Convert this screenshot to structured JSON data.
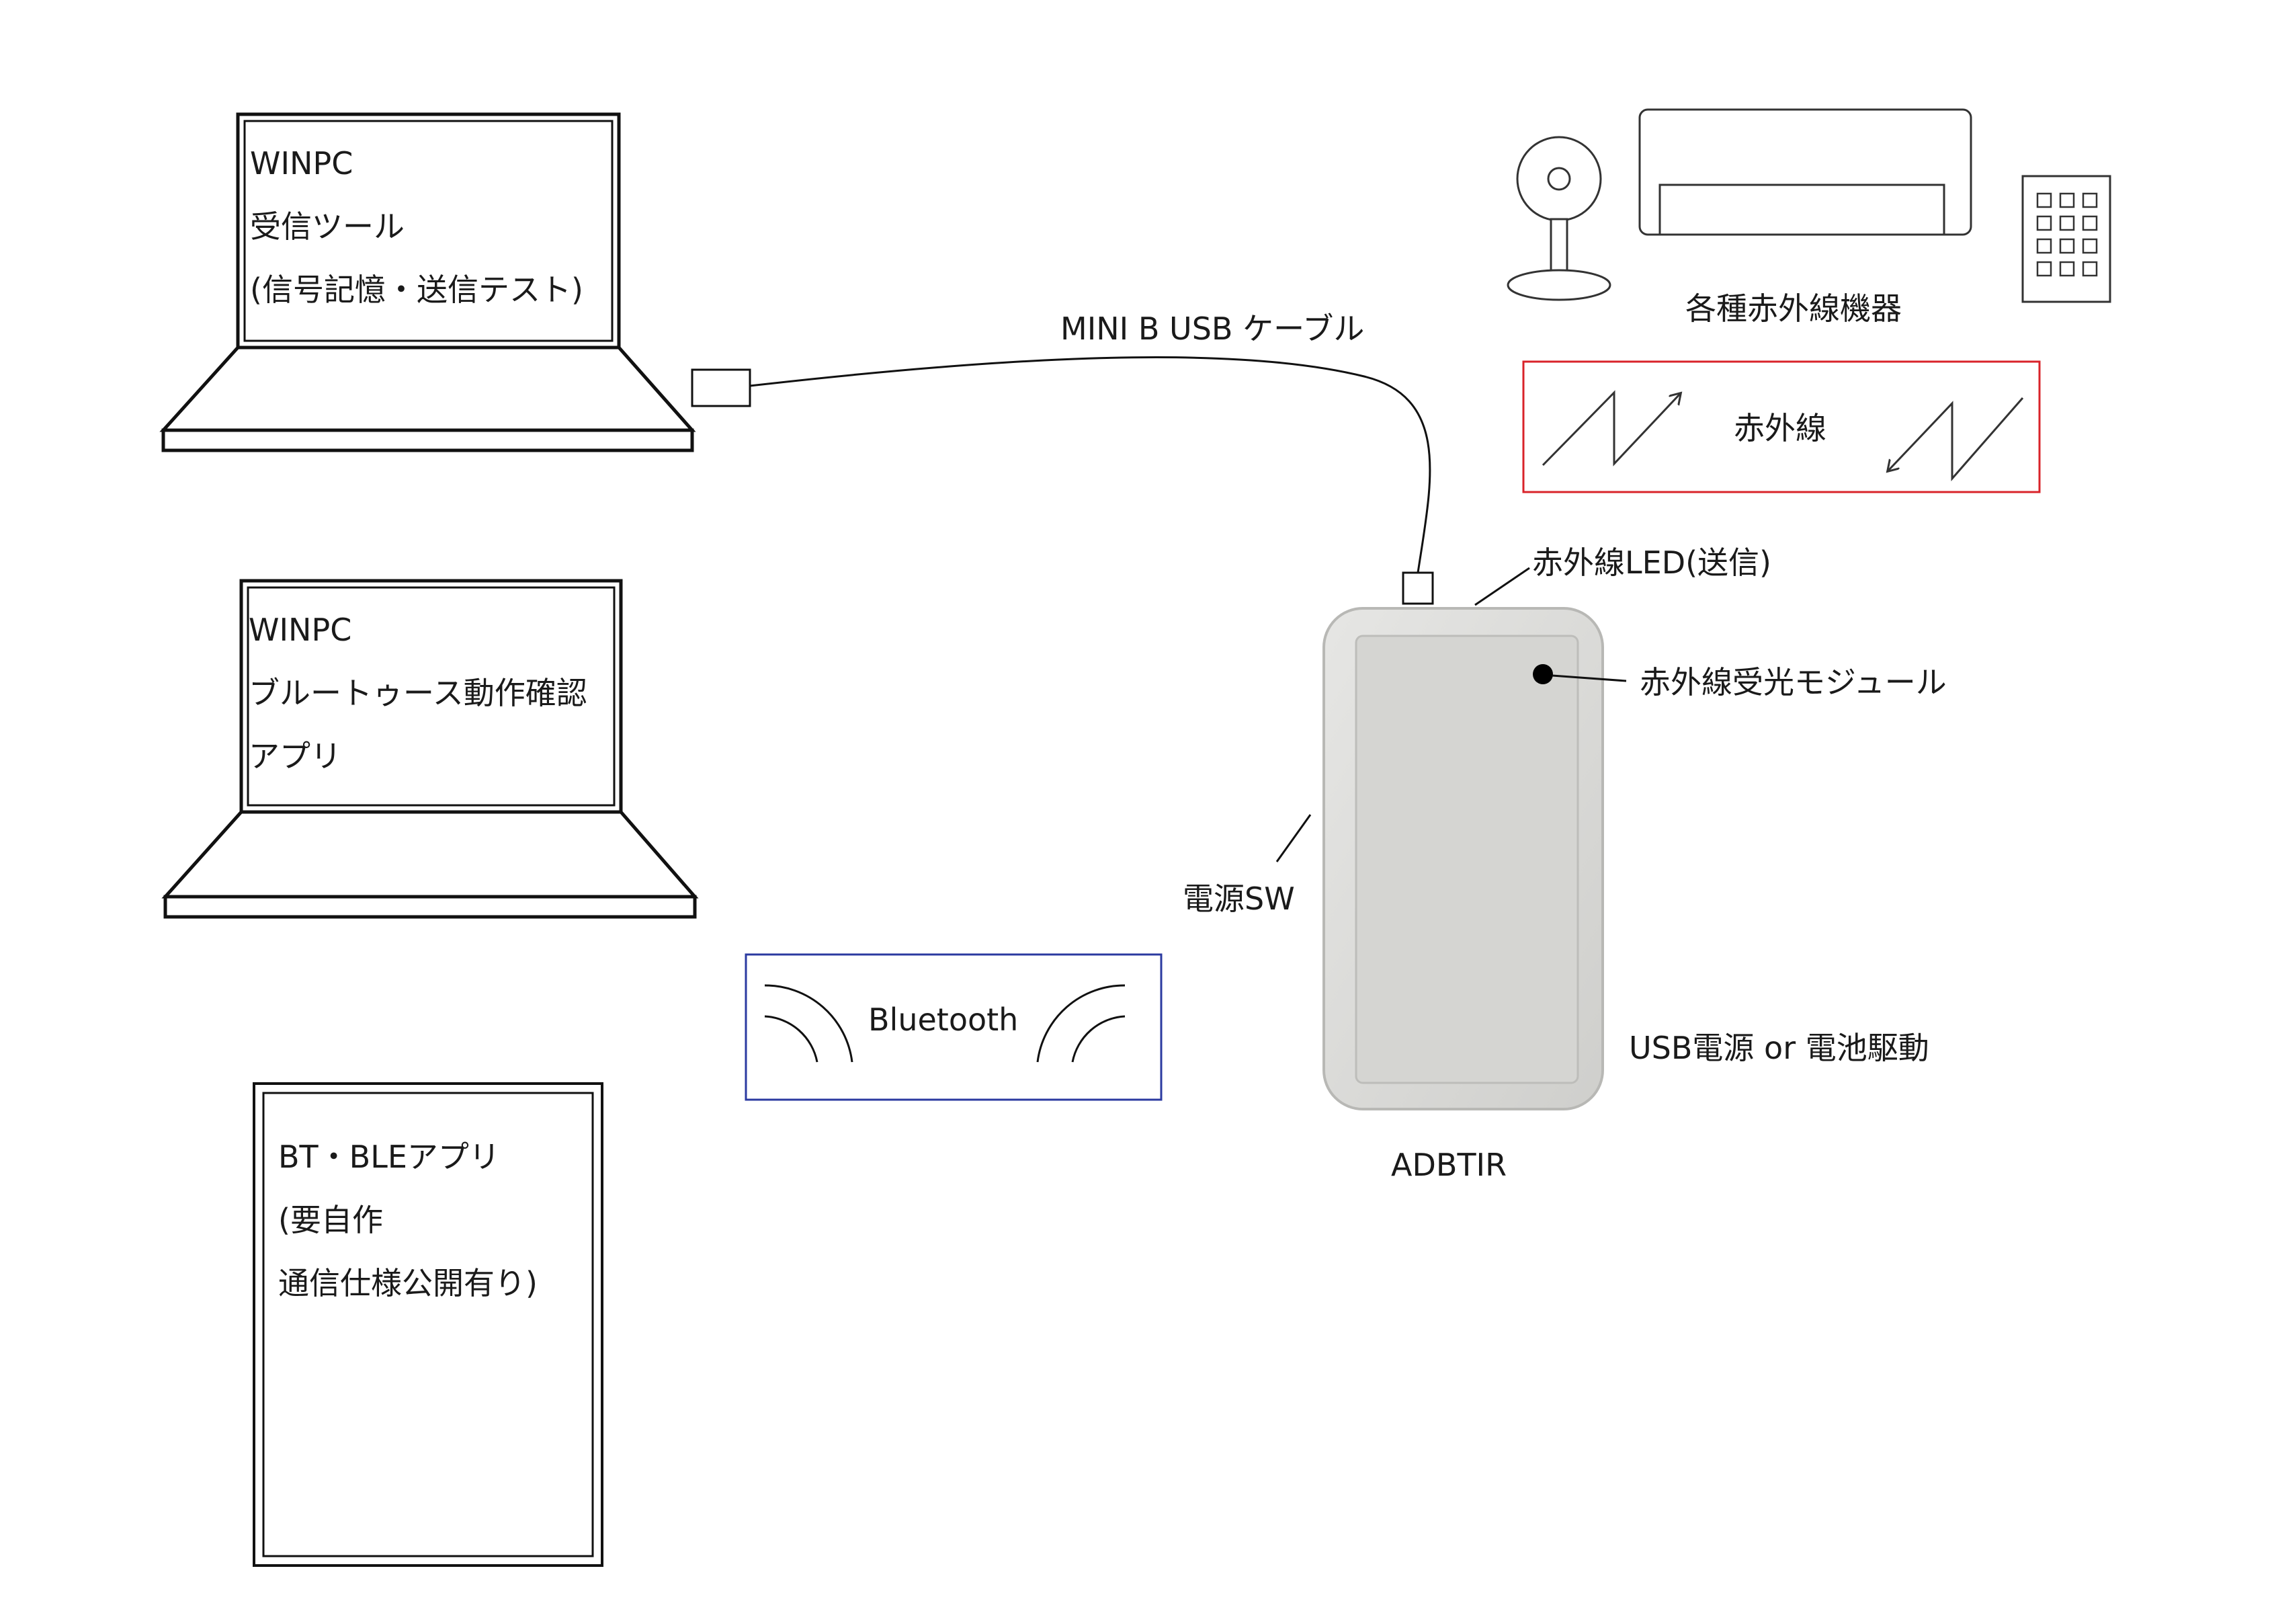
{
  "laptop_rx": {
    "lines": [
      "WINPC",
      "受信ツール",
      "(信号記憶・送信テスト)"
    ]
  },
  "laptop_bt": {
    "lines": [
      "WINPC",
      "ブルートゥース動作確認",
      "アプリ"
    ]
  },
  "phone": {
    "lines": [
      "BT・BLEアプリ",
      "(要自作",
      "通信仕様公開有り)"
    ]
  },
  "cable_label": "MINI B  USB ケーブル",
  "devices_label": "各種赤外線機器",
  "ir_box": {
    "label": "赤外線",
    "border_color": "#d9232a"
  },
  "bt_box": {
    "label": "Bluetooth",
    "border_color": "#2b3aa0"
  },
  "device": {
    "name": "ADBTIR",
    "led_label": "赤外線LED(送信)",
    "receiver_label": "赤外線受光モジュール",
    "switch_label": "電源SW",
    "power_label": "USB電源 or 電池駆動",
    "body_color": "#d8d8d6"
  },
  "icons": {
    "fan": "fan-icon",
    "aircon": "air-conditioner-icon",
    "remote": "remote-control-icon"
  }
}
